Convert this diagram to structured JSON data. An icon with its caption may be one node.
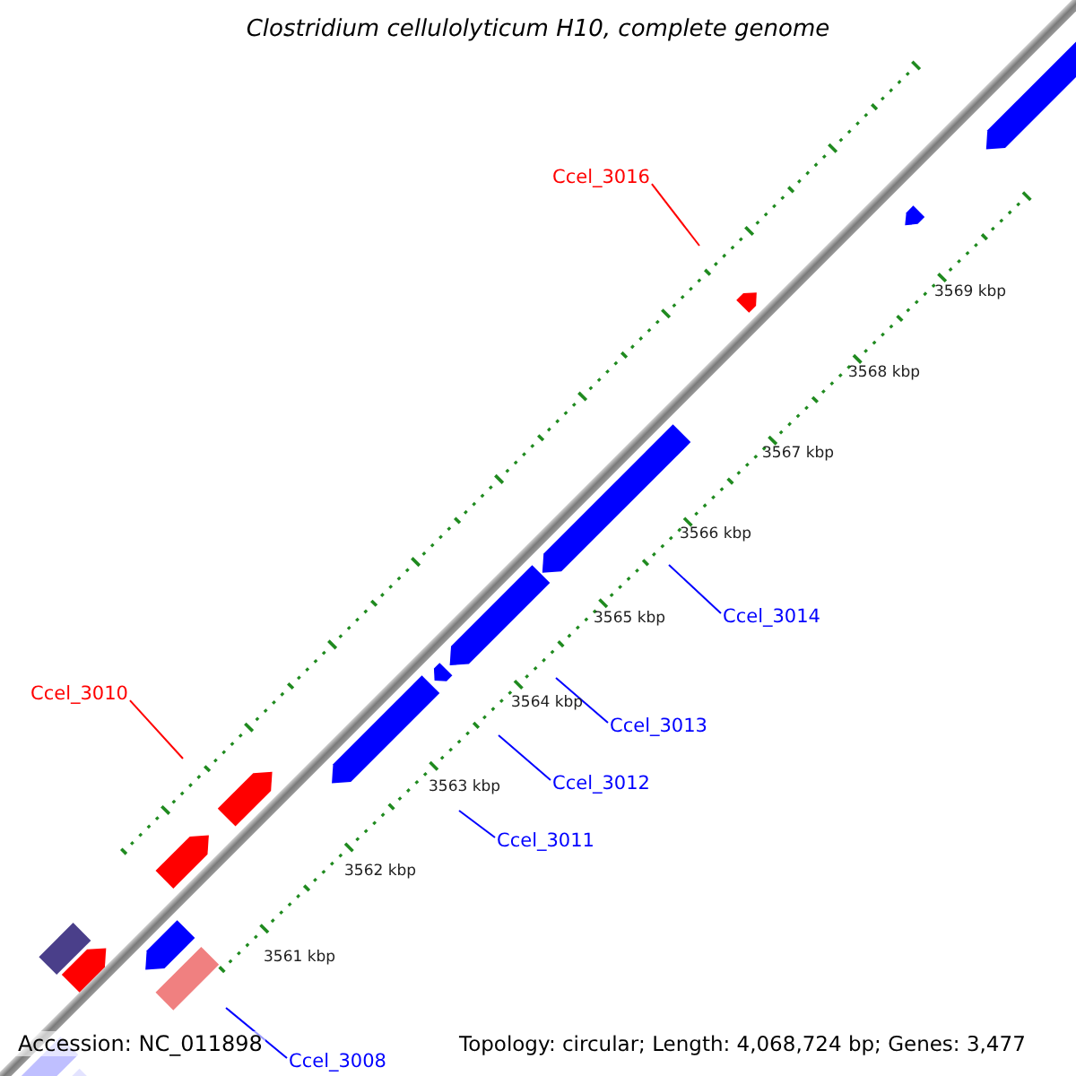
{
  "diagram": {
    "title": "Clostridium cellulolyticum H10, complete genome",
    "nodes": [
      {
        "text": [
          "Ccel_3016"
        ]
      },
      {
        "text": [
          "Ccel_3014"
        ]
      },
      {
        "text": [
          "Ccel_3010"
        ]
      },
      {
        "text": [
          "Ccel_3013"
        ]
      },
      {
        "text": [
          "Ccel_3012"
        ]
      },
      {
        "text": [
          "Ccel_3011"
        ]
      },
      {
        "text": [
          "Ccel_3008"
        ]
      }
    ],
    "edges": [
      {
        "from": 0,
        "to": null,
        "arrow": "none",
        "color": "#ff0000"
      },
      {
        "from": 1,
        "to": null,
        "arrow": "none"
      },
      {
        "from": 2,
        "to": null,
        "arrow": "none",
        "color": "#ff0000"
      },
      {
        "from": 3,
        "to": null,
        "arrow": "none"
      },
      {
        "from": 4,
        "to": null,
        "arrow": "none"
      },
      {
        "from": 5,
        "to": null,
        "arrow": "none"
      },
      {
        "from": 6,
        "to": null,
        "arrow": "none"
      }
    ],
    "labels": [
      "3569 kbp",
      "3568 kbp",
      "3567 kbp",
      "3566 kbp",
      "3565 kbp",
      "3564 kbp",
      "3563 kbp",
      "3562 kbp",
      "3561 kbp",
      "Accession: NC_011898",
      "Topology: circular; Length: 4,068,724 bp; Genes: 3,477"
    ]
  }
}
